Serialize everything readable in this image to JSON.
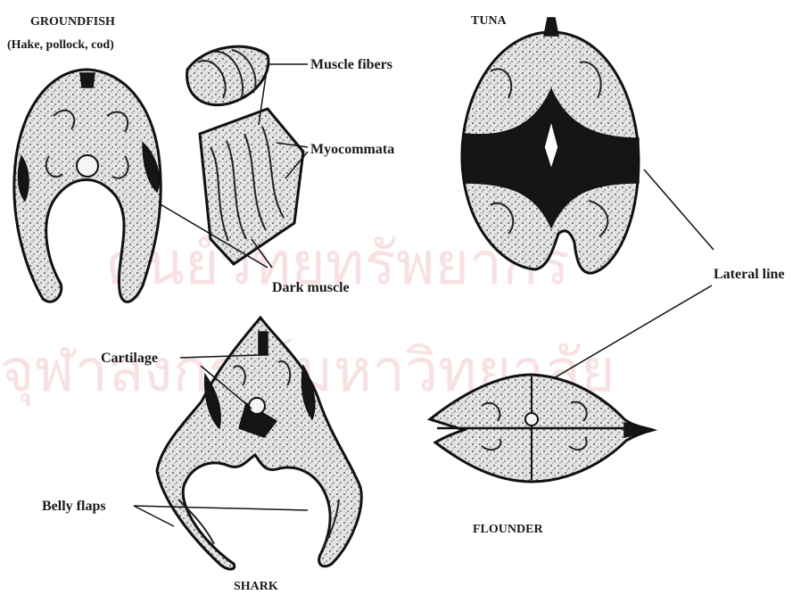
{
  "watermark": {
    "line1": "ศูนย์วิทยทรัพยากร",
    "line2": "จุฬาลงกรณ์มหาวิทยาลัย",
    "color": "#f3c9cc"
  },
  "titles": {
    "groundfish": "GROUNDFISH",
    "groundfish_sub": "(Hake, pollock, cod)",
    "tuna": "TUNA",
    "shark": "SHARK",
    "flounder": "FLOUNDER"
  },
  "labels": {
    "muscle_fibers": "Muscle fibers",
    "myocommata": "Myocommata",
    "dark_muscle": "Dark muscle",
    "lateral_line": "Lateral line",
    "cartilage": "Cartilage",
    "belly_flaps": "Belly flaps"
  }
}
